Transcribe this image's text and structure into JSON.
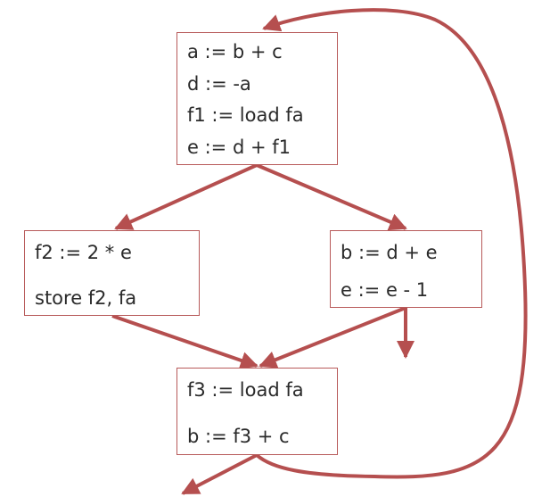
{
  "colors": {
    "edge": "#b54f4f",
    "block_border": "#b85a5a",
    "text": "#2a2a2a"
  },
  "blocks": {
    "entry": {
      "lines": [
        "a := b + c",
        "d := -a",
        "f1 := load fa",
        "e := d + f1"
      ]
    },
    "left": {
      "lines": [
        "f2 := 2 * e",
        "store f2, fa"
      ]
    },
    "right": {
      "lines": [
        "b := d + e",
        "e := e - 1"
      ]
    },
    "join": {
      "lines": [
        "f3 := load fa",
        "b := f3 + c"
      ]
    }
  },
  "edges": [
    {
      "from": "entry",
      "to": "left"
    },
    {
      "from": "entry",
      "to": "right"
    },
    {
      "from": "left",
      "to": "join"
    },
    {
      "from": "right",
      "to": "join"
    },
    {
      "from": "right",
      "to": "exit"
    },
    {
      "from": "join",
      "to": "exit"
    },
    {
      "from": "join",
      "to": "entry",
      "kind": "back-edge"
    }
  ]
}
